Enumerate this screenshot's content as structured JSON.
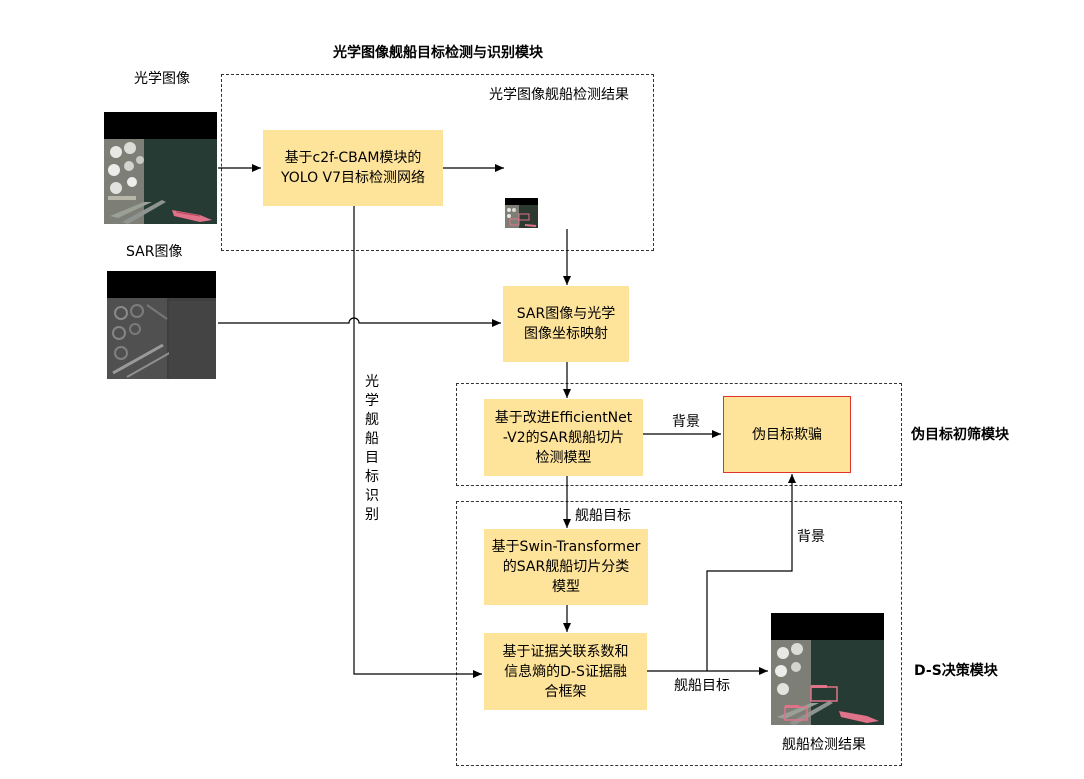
{
  "title": "光学图像舰船目标检测与识别模块",
  "input_optical_label": "光学图像",
  "input_sar_label": "SAR图像",
  "optical_result_label": "光学图像舰船检测结果",
  "boxes": {
    "yolo": [
      "基于c2f-CBAM模块的",
      "YOLO V7目标检测网络"
    ],
    "mapping": [
      "SAR图像与光学",
      "图像坐标映射"
    ],
    "efficientnet": [
      "基于改进EfficientNet",
      "-V2的SAR舰船切片",
      "检测模型"
    ],
    "deception": [
      "伪目标欺骗"
    ],
    "swin": [
      "基于Swin-Transformer",
      "的SAR舰船切片分类",
      "模型"
    ],
    "ds": [
      "基于证据关联系数和",
      "信息熵的D-S证据融",
      "合框架"
    ]
  },
  "edge_labels": {
    "background_1": "背景",
    "background_2": "背景",
    "ship_target_1": "舰船目标",
    "ship_target_2": "舰船目标",
    "optical_recognition": "光学舰船目标识别"
  },
  "module_labels": {
    "false_target": "伪目标初筛模块",
    "ds_decision": "D-S决策模块"
  },
  "final_result_label": "舰船检测结果",
  "colors": {
    "box_fill": "#fee39a",
    "deception_border": "#e0352b",
    "dashed": "#333333"
  }
}
